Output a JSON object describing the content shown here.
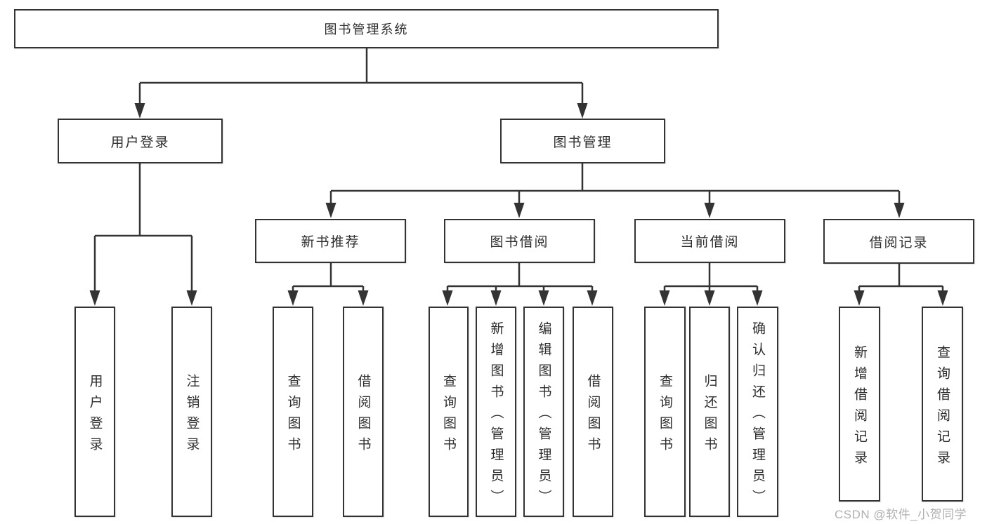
{
  "watermark": "CSDN @软件_小贺同学",
  "diagram": {
    "type": "hierarchy-tree",
    "line_color": "#333333",
    "box_fill": "#ffffff",
    "root": {
      "label": "图书管理系统",
      "children": [
        {
          "label": "用户登录",
          "children": [
            {
              "label": "用户登录"
            },
            {
              "label": "注销登录"
            }
          ]
        },
        {
          "label": "图书管理",
          "children": [
            {
              "label": "新书推荐",
              "children": [
                {
                  "label": "查询图书"
                },
                {
                  "label": "借阅图书"
                }
              ]
            },
            {
              "label": "图书借阅",
              "children": [
                {
                  "label": "查询图书"
                },
                {
                  "label": "新增图书（管理员）"
                },
                {
                  "label": "编辑图书（管理员）"
                },
                {
                  "label": "借阅图书"
                }
              ]
            },
            {
              "label": "当前借阅",
              "children": [
                {
                  "label": "查询图书"
                },
                {
                  "label": "归还图书"
                },
                {
                  "label": "确认归还（管理员）"
                }
              ]
            },
            {
              "label": "借阅记录",
              "children": [
                {
                  "label": "新增借阅记录"
                },
                {
                  "label": "查询借阅记录"
                }
              ]
            }
          ]
        }
      ]
    }
  }
}
